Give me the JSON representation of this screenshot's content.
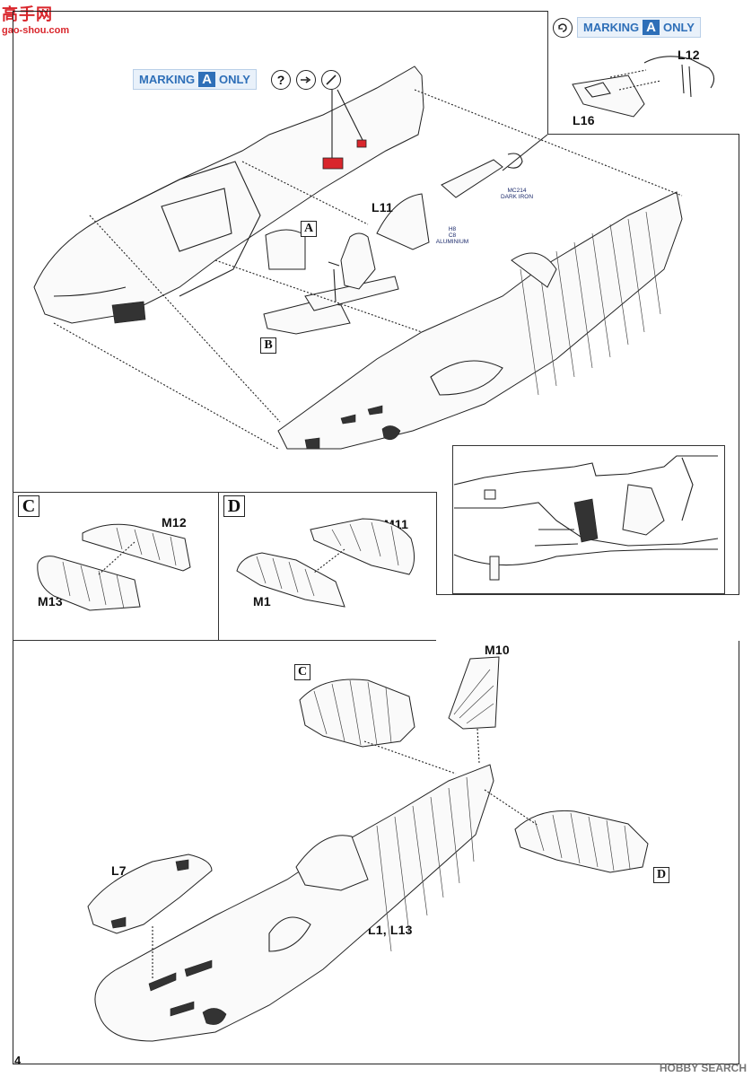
{
  "watermark": {
    "site_cn": "高手网",
    "site_en": "gao-shou.com"
  },
  "bottom_watermark": "HOBBY SEARCH",
  "page_number": "4",
  "marking_label": {
    "prefix": "MARKING",
    "letter": "A",
    "suffix": "ONLY"
  },
  "parts": {
    "L12": "L12",
    "L16": "L16",
    "L11": "L11",
    "M12": "M12",
    "M13": "M13",
    "M11": "M11",
    "M1": "M1",
    "M10": "M10",
    "L7": "L7",
    "L1_L13": "L1, L13"
  },
  "boxes": {
    "A": "A",
    "B": "B",
    "C": "C",
    "D": "D"
  },
  "paints": {
    "dark_iron_code": "MC214",
    "dark_iron_name": "DARK IRON",
    "alu_code1": "H8",
    "alu_code2": "C8",
    "alu_name": "ALUMINIUM"
  },
  "symbols": {
    "question": "?"
  },
  "colors": {
    "marking_blue": "#2e6fb8",
    "highlight_red": "#d9262c"
  }
}
